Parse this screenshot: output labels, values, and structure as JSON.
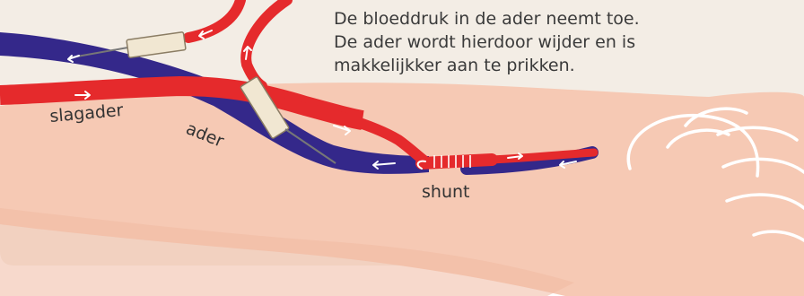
{
  "caption": {
    "line1": "De bloeddruk in de ader neemt toe.",
    "line2": "De ader wordt hierdoor wijder en is",
    "line3": "makkelijkker aan te prikken."
  },
  "labels": {
    "artery": "slagader",
    "vein": "ader",
    "shunt": "shunt"
  },
  "colors": {
    "background_panel": "#f3ede5",
    "skin": "#f6c9b4",
    "skin_shadow": "#e9ab95",
    "artery": "#e52a2c",
    "vein": "#34288a",
    "needle_hub": "#f1e7d2",
    "flow_arrow": "#ffffff"
  }
}
